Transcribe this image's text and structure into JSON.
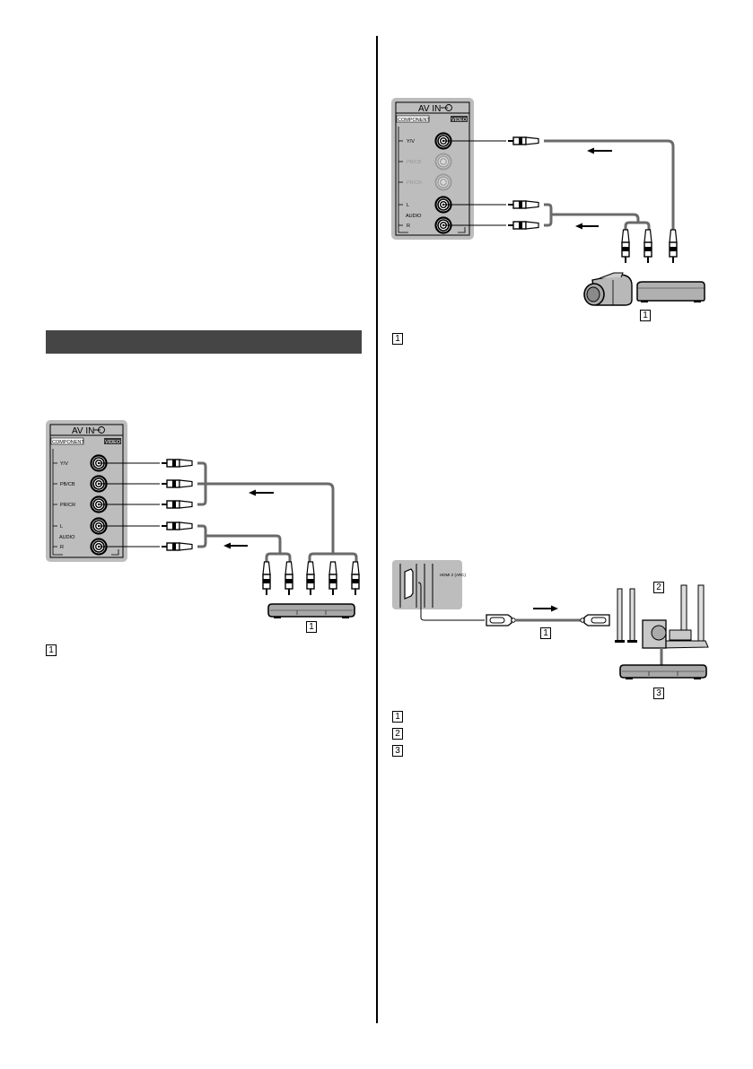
{
  "page": {
    "section_header": "",
    "left_diagram": {
      "name": "component-av-connection",
      "panel": {
        "title": "AV IN",
        "input_icon": "input-arrow-icon",
        "group_label_left": "COMPONENT",
        "group_label_right": "VIDEO",
        "jacks": [
          {
            "label": "Y/V",
            "active": true
          },
          {
            "label": "PB/CB",
            "active": true
          },
          {
            "label": "PR/CR",
            "active": true
          },
          {
            "label": "L",
            "active": true
          },
          {
            "label": "R",
            "active": true
          }
        ],
        "audio_label": "AUDIO"
      },
      "device_callout": "1"
    },
    "left_legend": [
      {
        "num": "1",
        "text": ""
      }
    ],
    "right_top_diagram": {
      "name": "composite-av-connection",
      "panel": {
        "title": "AV IN",
        "input_icon": "input-arrow-icon",
        "group_label_left": "COMPONENT",
        "group_label_right": "VIDEO",
        "jacks": [
          {
            "label": "Y/V",
            "active": true
          },
          {
            "label": "PB/CB",
            "active": false
          },
          {
            "label": "PR/CR",
            "active": false
          },
          {
            "label": "L",
            "active": true
          },
          {
            "label": "R",
            "active": true
          }
        ],
        "audio_label": "AUDIO"
      },
      "device_callout": "1"
    },
    "right_top_legend": [
      {
        "num": "1",
        "text": ""
      }
    ],
    "right_bottom_diagram": {
      "name": "hdmi-arc-connection",
      "port_label": "HDMI 2 (ARC)",
      "cable_callout": "1",
      "speaker_callout": "2",
      "player_callout": "3"
    },
    "right_bottom_legend": [
      {
        "num": "1",
        "text": ""
      },
      {
        "num": "2",
        "text": ""
      },
      {
        "num": "3",
        "text": ""
      }
    ]
  }
}
